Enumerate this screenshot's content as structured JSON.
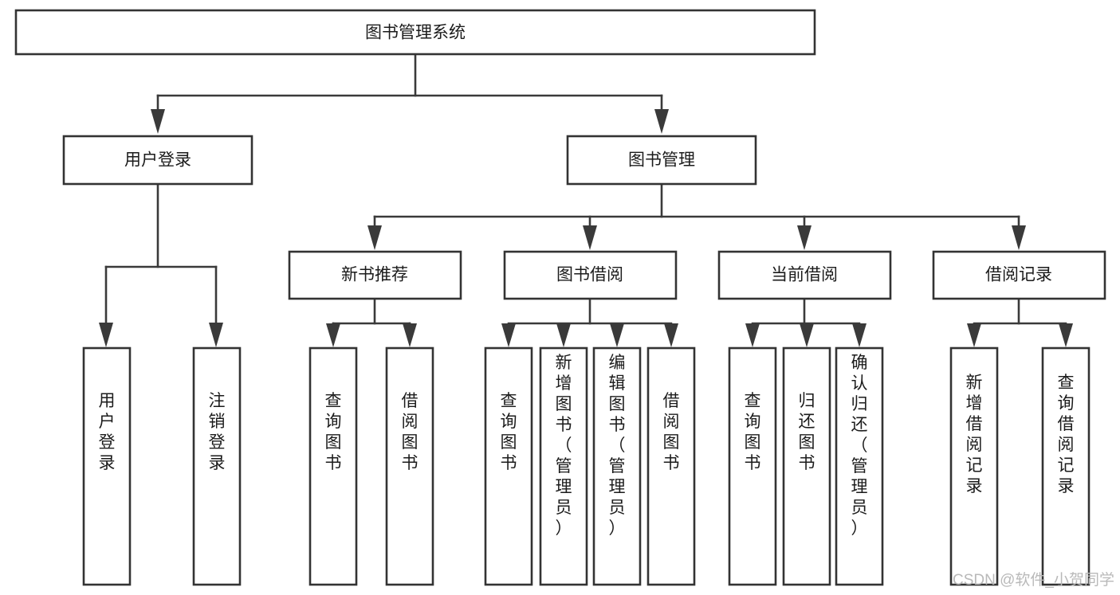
{
  "diagram": {
    "type": "tree-hierarchy-chart",
    "title": "图书管理系统",
    "orientation": "top-down",
    "colors": {
      "box_stroke": "#333333",
      "box_fill": "#ffffff",
      "connector": "#3a3a3a",
      "text": "#1b1b1b",
      "watermark": "#b9b9b9",
      "background": "#ffffff"
    },
    "levels": {
      "root": {
        "label": "图书管理系统"
      },
      "level2": [
        {
          "id": "user-login",
          "label": "用户登录"
        },
        {
          "id": "book-management",
          "label": "图书管理"
        }
      ],
      "level3": [
        {
          "id": "new-book-recommend",
          "label": "新书推荐"
        },
        {
          "id": "book-borrow",
          "label": "图书借阅"
        },
        {
          "id": "current-borrow",
          "label": "当前借阅"
        },
        {
          "id": "borrow-record",
          "label": "借阅记录"
        }
      ],
      "leaves": {
        "user_login": [
          {
            "id": "leaf-user-login",
            "label": "用户登录"
          },
          {
            "id": "leaf-logout-login",
            "label": "注销登录"
          }
        ],
        "new_book_recommend": [
          {
            "id": "leaf-query-book-1",
            "label": "查询图书"
          },
          {
            "id": "leaf-borrow-book-1",
            "label": "借阅图书"
          }
        ],
        "book_borrow": [
          {
            "id": "leaf-query-book-2",
            "label": "查询图书"
          },
          {
            "id": "leaf-add-book",
            "label": "新增图书（管理员）"
          },
          {
            "id": "leaf-edit-book",
            "label": "编辑图书（管理员）"
          },
          {
            "id": "leaf-borrow-book-2",
            "label": "借阅图书"
          }
        ],
        "current_borrow": [
          {
            "id": "leaf-query-book-3",
            "label": "查询图书"
          },
          {
            "id": "leaf-return-book",
            "label": "归还图书"
          },
          {
            "id": "leaf-confirm-return",
            "label": "确认归还（管理员）"
          }
        ],
        "borrow_record": [
          {
            "id": "leaf-add-record",
            "label": "新增借阅记录"
          },
          {
            "id": "leaf-query-record",
            "label": "查询借阅记录"
          }
        ]
      }
    }
  },
  "watermark": {
    "text": "CSDN @软件_小贺同学"
  }
}
